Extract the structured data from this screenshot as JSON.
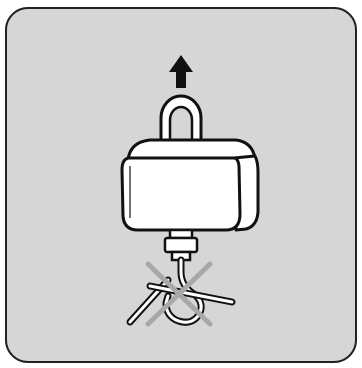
{
  "panel": {
    "background_color": "#d6d6d6",
    "border_color": "#222222"
  },
  "illustration": {
    "subject": "hanging-scale",
    "arrow": {
      "direction": "up",
      "color": "#111111"
    },
    "device_body_color": "#ffffff",
    "outline_color": "#111111",
    "prohibited_mark": {
      "shape": "x-cross",
      "color": "#a8a8a8",
      "meaning": "not-allowed"
    }
  }
}
